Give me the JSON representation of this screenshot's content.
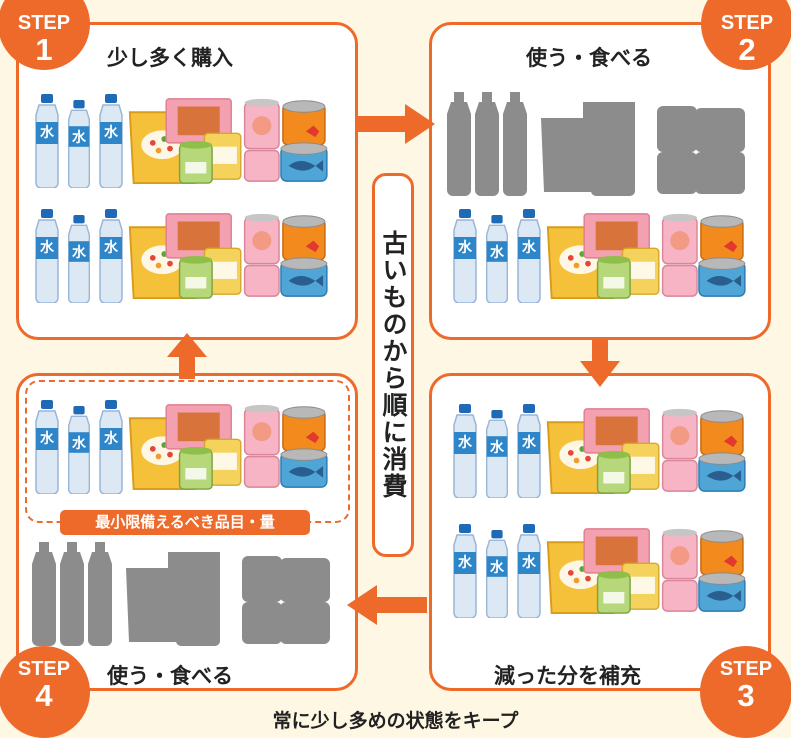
{
  "steps": [
    {
      "word": "STEP",
      "num": "1",
      "title": "少し多く購入"
    },
    {
      "word": "STEP",
      "num": "2",
      "title": "使う・食べる"
    },
    {
      "word": "STEP",
      "num": "3",
      "title": "減った分を補充"
    },
    {
      "word": "STEP",
      "num": "4",
      "title": "使う・食べる"
    }
  ],
  "center_label": "古いものから順に消費",
  "min_label": "最小限備えるべき品目・量",
  "water_char": "水",
  "bottom_text": "常に少し多めの状態をキープ",
  "colors": {
    "accent": "#ee6a2b",
    "background": "#fdf7e3",
    "empty_gray": "#8c8c8c",
    "water_label": "#2e86c9"
  }
}
